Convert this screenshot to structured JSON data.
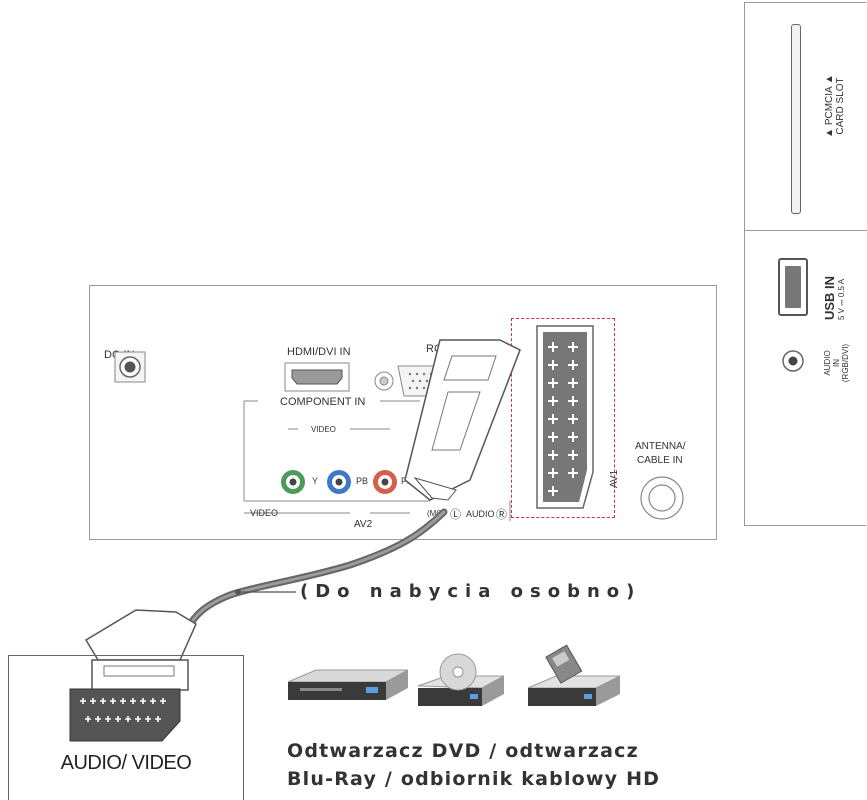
{
  "side_panel": {
    "pcmcia_line1": "▲ PCMCIA ▲",
    "pcmcia_line2": "CARD SLOT",
    "usb_label": "USB IN",
    "usb_rating": "5 V ⎓ 0.5 A",
    "audio_line1": "AUDIO",
    "audio_line2": "IN",
    "audio_line3": "(RGB/DVI)"
  },
  "back_panel": {
    "dc_in": "DC-IN",
    "hdmi": "HDMI/DVI IN",
    "rgb": "RGB IN (PC)",
    "component_in": "COMPONENT IN",
    "video_group": "VIDEO",
    "y": "Y",
    "pb": "PB",
    "pr": "PR",
    "video_bottom": "VIDEO",
    "av2": "AV2",
    "mono": "(MO",
    "audio_l": "Ⓛ",
    "audio_word": "AUDIO",
    "audio_r": "Ⓡ",
    "av1": "AV1",
    "antenna_line1": "ANTENNA/",
    "antenna_line2": "CABLE IN"
  },
  "cable_note": "(Do nabycia osobno)",
  "device_box_label": "AUDIO/ VIDEO",
  "devices_caption_line1": "Odtwarzacz DVD / odtwarzacz",
  "devices_caption_line2": "Blu-Ray / odbiornik kablowy HD",
  "colors": {
    "outline": "#9a9a9a",
    "highlight": "#c8324e",
    "green_jack": "#4e9a5b",
    "blue_jack": "#3f79c5",
    "red_jack": "#d2604a",
    "cable": "#666666"
  }
}
